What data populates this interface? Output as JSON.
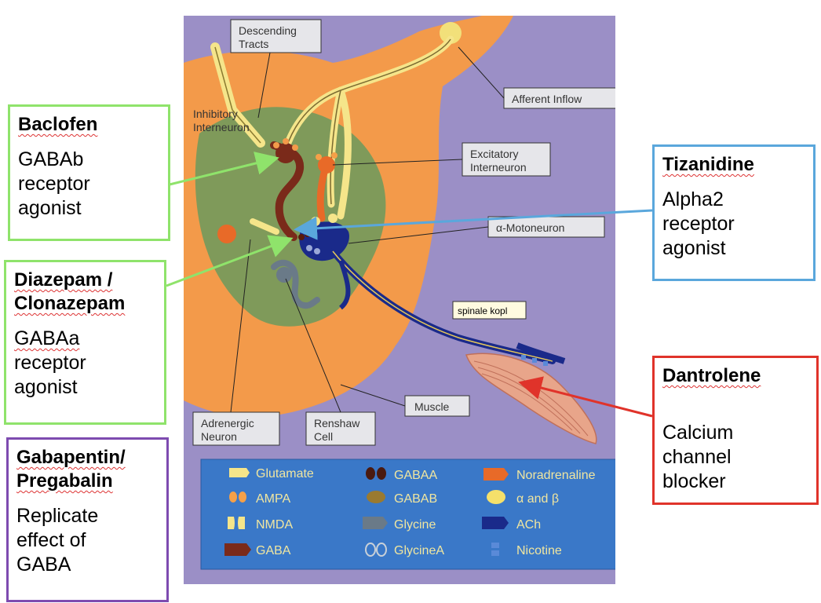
{
  "figure": {
    "labels": {
      "descending_tracts": [
        "Descending",
        "Tracts"
      ],
      "afferent_inflow": "Afferent Inflow",
      "inhibitory_interneuron": [
        "Inhibitory",
        "Interneuron"
      ],
      "excitatory_interneuron": [
        "Excitatory",
        "Interneuron"
      ],
      "alpha_motoneuron": "α-Motoneuron",
      "spinale_kopl": "spinale kopl",
      "muscle": "Muscle",
      "adrenergic_neuron": [
        "Adrenergic",
        "Neuron"
      ],
      "renshaw_cell": [
        "Renshaw",
        "Cell"
      ]
    },
    "legend": [
      {
        "label": "Glutamate",
        "icon": "glutamate-icon"
      },
      {
        "label": "AMPA",
        "icon": "ampa-icon"
      },
      {
        "label": "NMDA",
        "icon": "nmda-icon"
      },
      {
        "label": "GABA",
        "icon": "gaba-icon"
      },
      {
        "label": "GABAA",
        "icon": "gaba-a-icon"
      },
      {
        "label": "GABAB",
        "icon": "gaba-b-icon"
      },
      {
        "label": "Glycine",
        "icon": "glycine-icon"
      },
      {
        "label": "GlycineA",
        "icon": "glycine-a-icon"
      },
      {
        "label": "Noradrenaline",
        "icon": "noradrenaline-icon"
      },
      {
        "label": "α and β",
        "icon": "alpha-beta-icon"
      },
      {
        "label": "ACh",
        "icon": "ach-icon"
      },
      {
        "label": "Nicotine",
        "icon": "nicotine-icon"
      }
    ]
  },
  "callouts": {
    "baclofen": {
      "drug": "Baclofen",
      "desc": [
        "GABAb",
        "receptor",
        "agonist"
      ]
    },
    "diazepam": {
      "drug": [
        "Diazepam /",
        "Clonazepam"
      ],
      "desc": [
        "GABAa",
        "receptor",
        "agonist"
      ]
    },
    "gabapentin": {
      "drug": [
        "Gabapentin/",
        "Pregabalin"
      ],
      "desc": [
        "Replicate",
        "effect of",
        "GABA"
      ]
    },
    "tizanidine": {
      "drug": "Tizanidine",
      "desc": [
        "Alpha2",
        "receptor",
        "agonist"
      ]
    },
    "dantrolene": {
      "drug": "Dantrolene",
      "desc": [
        "Calcium",
        "channel",
        "blocker"
      ]
    }
  },
  "colors": {
    "background": "#9b8fc6",
    "spinal_cord": "#f39a4a",
    "gray_matter": "#7f9a5a",
    "glutamate": "#f5e58a",
    "gaba": "#7a2a1a",
    "noradrenaline": "#e86a28",
    "ach": "#1a2a8a",
    "legend_bg": "#3a78c8"
  }
}
